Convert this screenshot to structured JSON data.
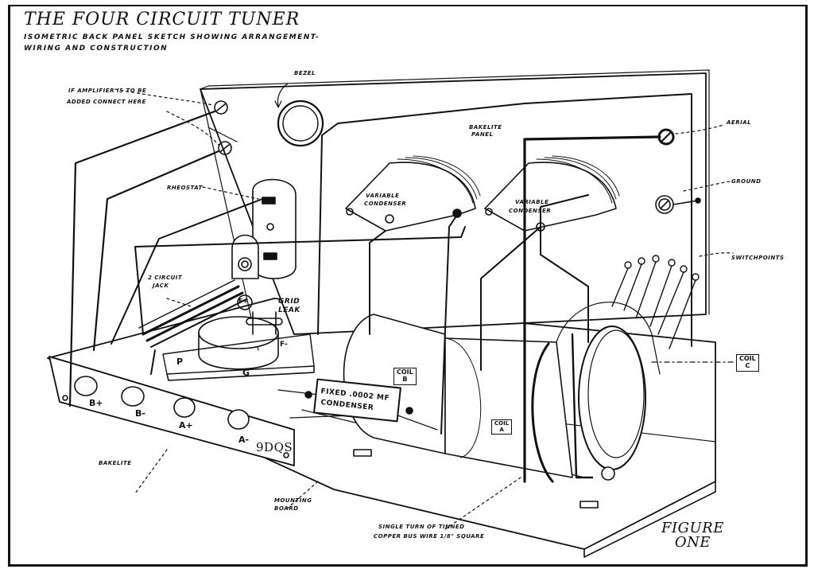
{
  "header": {
    "title": "THE FOUR CIRCUIT TUNER",
    "subtitle_line1": "ISOMETRIC BACK PANEL SKETCH SHOWING ARRANGEMENT-",
    "subtitle_line2": "WIRING AND CONSTRUCTION"
  },
  "labels": {
    "amplifier_line1": "IF AMPLIFIER IS TO BE",
    "amplifier_line2": "ADDED CONNECT HERE",
    "bezel": "BEZEL",
    "bakelite_panel_line1": "BAKELITE",
    "bakelite_panel_line2": "PANEL",
    "aerial": "AERIAL",
    "ground": "GROUND",
    "switchpoints": "SWITCHPOINTS",
    "rheostat": "RHEOSTAT",
    "variable_condenser_1_line1": "VARIABLE",
    "variable_condenser_1_line2": "CONDENSER",
    "variable_condenser_2_line1": "VARIABLE",
    "variable_condenser_2_line2": "CONDENSER",
    "jack_line1": "2 CIRCUIT",
    "jack_line2": "JACK",
    "grid_leak_line1": "GRID",
    "grid_leak_line2": "LEAK",
    "f_plus": "F+",
    "f_minus": "F-",
    "p": "P",
    "g": "G",
    "coil_b_line1": "COIL",
    "coil_b_line2": "B",
    "coil_a_line1": "COIL",
    "coil_a_line2": "A",
    "coil_c_line1": "COIL",
    "coil_c_line2": "C",
    "fixed_condenser_line1": "FIXED .0002 MF",
    "fixed_condenser_line2": "CONDENSER",
    "bakelite": "BAKELITE",
    "mounting_board_line1": "MOUNTING",
    "mounting_board_line2": "BOARD",
    "bus_wire_line1": "SINGLE TURN OF TINNED",
    "bus_wire_line2": "COPPER BUS WIRE 1/8\" SQUARE",
    "signature": "9DQS"
  },
  "terminals": {
    "b_plus": "B+",
    "b_minus": "B-",
    "a_plus": "A+",
    "a_minus": "A-"
  },
  "figure": {
    "line1": "FIGURE",
    "line2": "ONE"
  }
}
